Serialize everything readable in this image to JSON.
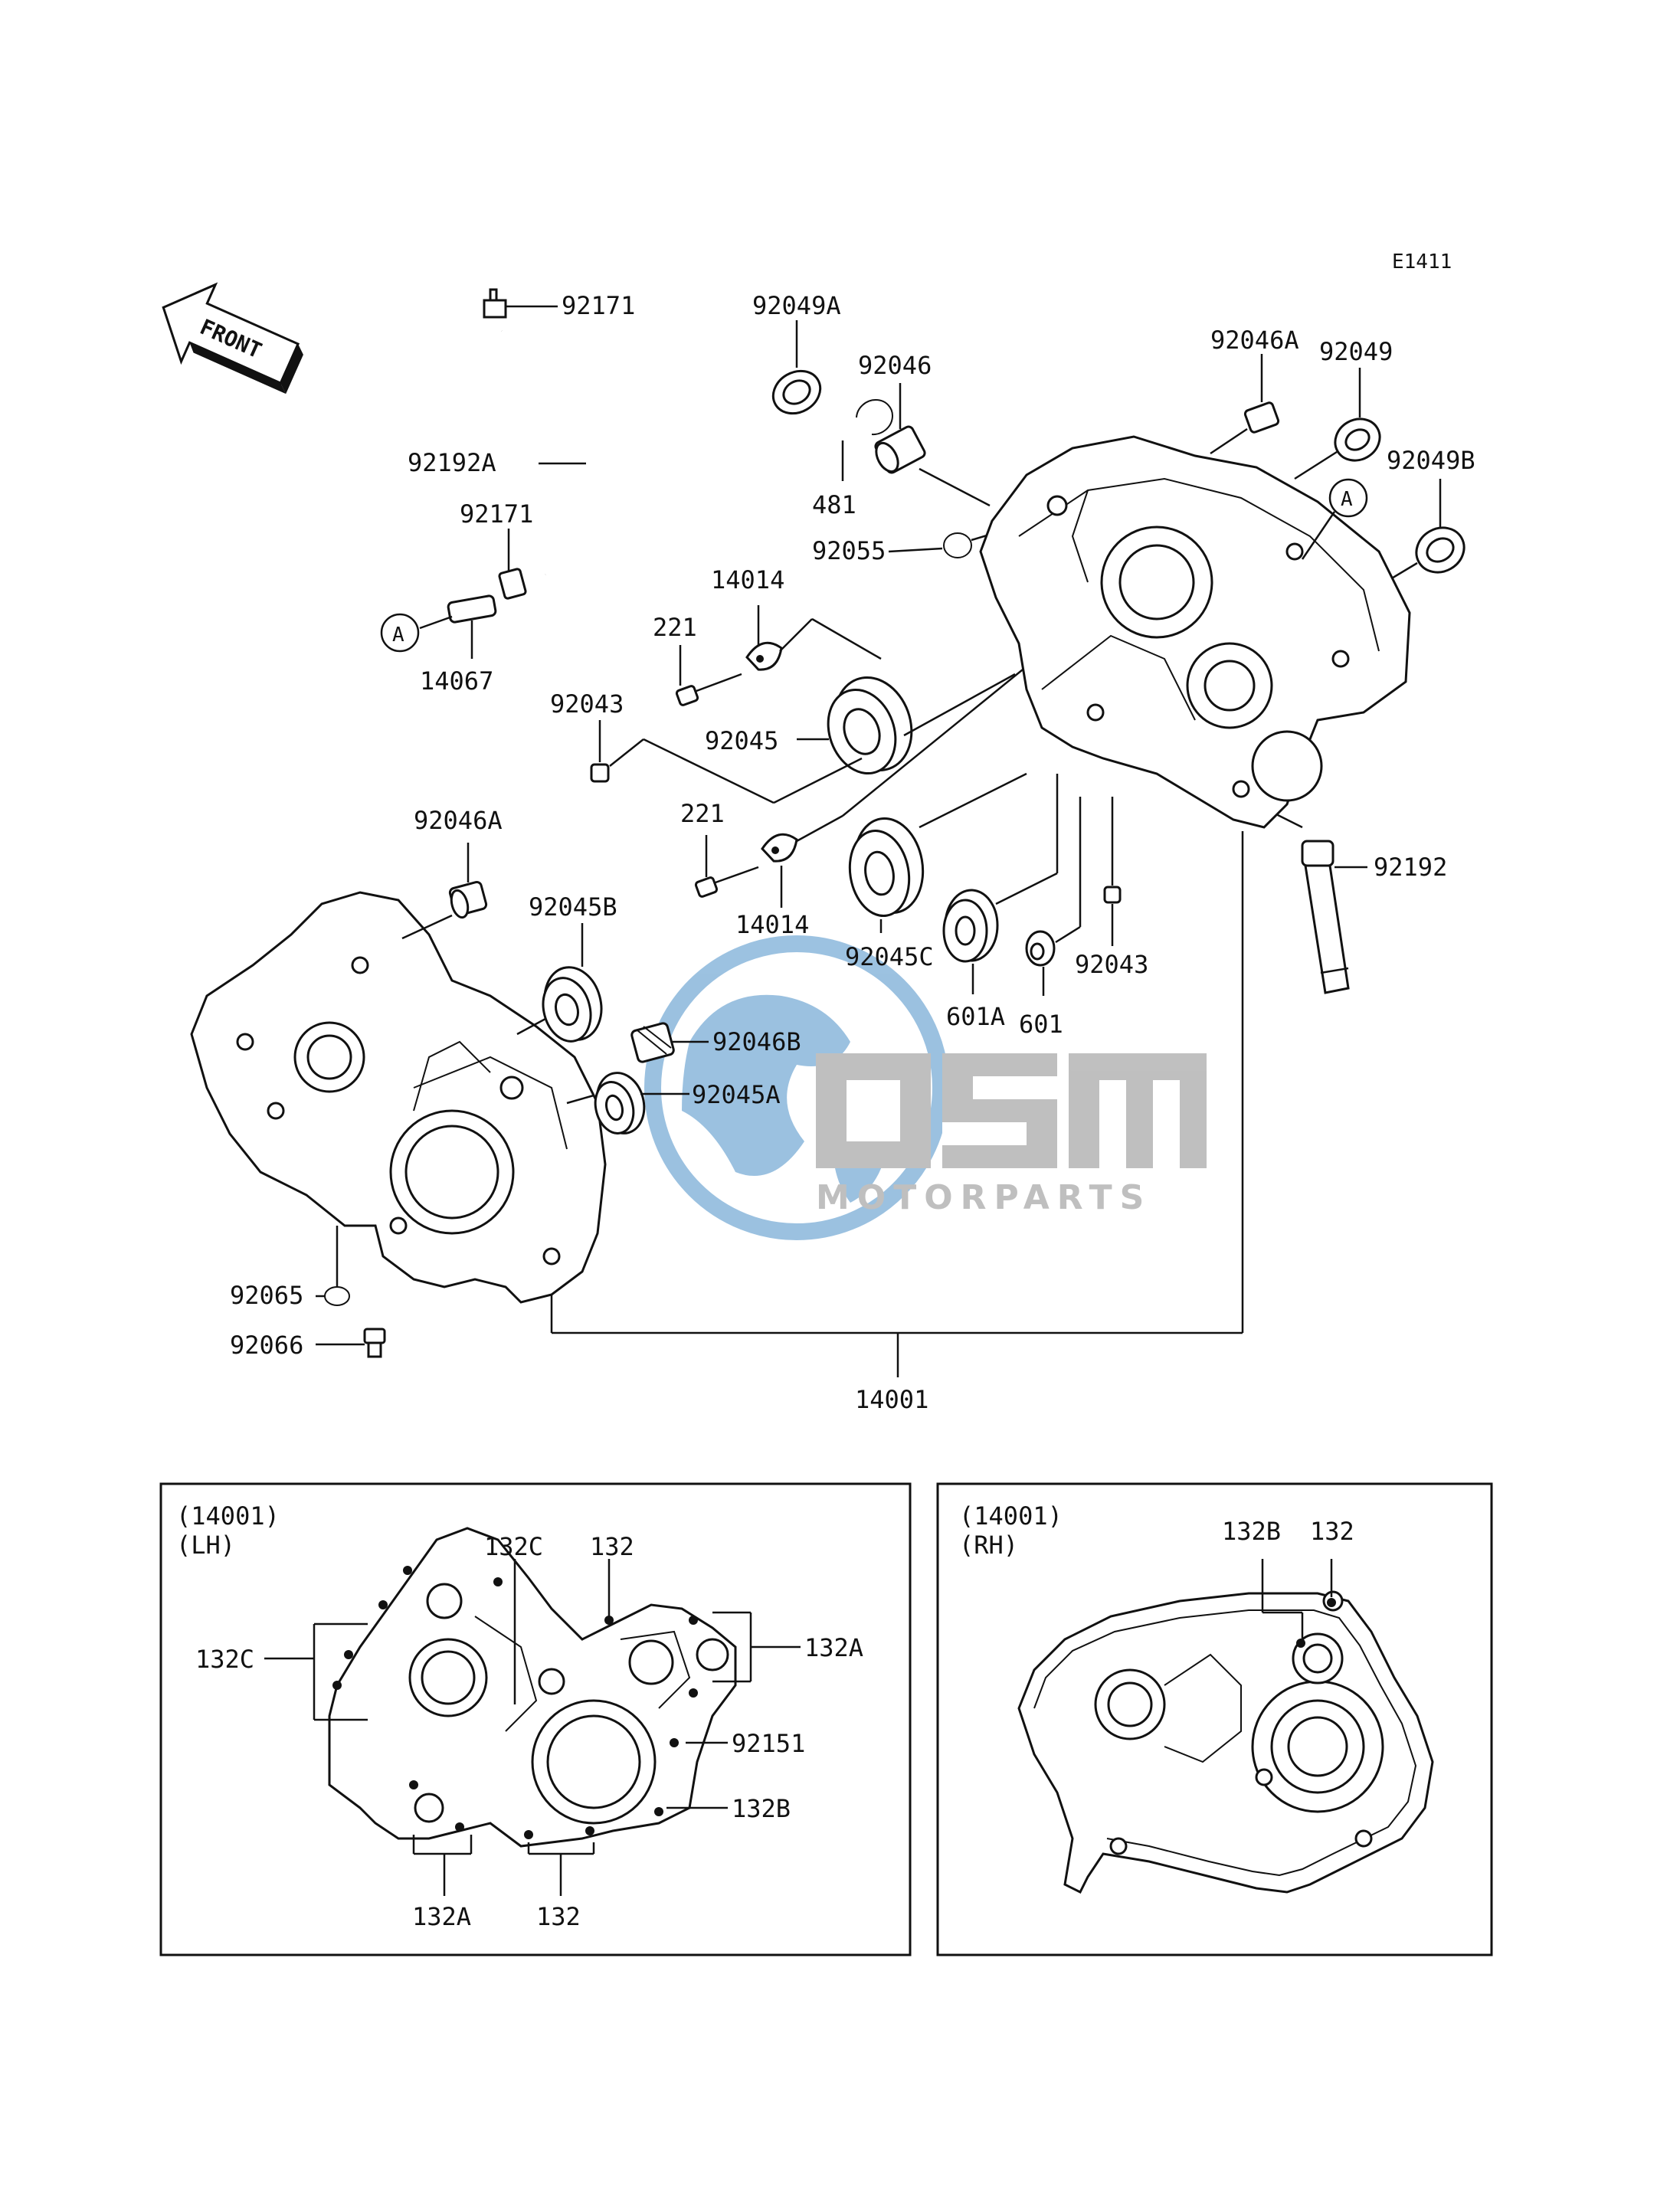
{
  "diagram_code": "E1411",
  "front_label": "FRONT",
  "reference_marker": "A",
  "watermark": {
    "brand": "OSM",
    "tagline": "MOTORPARTS",
    "color": "#4a90c8",
    "gray": "#8c8c8c"
  },
  "callouts": {
    "hose_clamp_top": "92171",
    "hose_clamp_mid": "92171",
    "hose": "92192A",
    "fitting": "14067",
    "oil_seal_left": "92049A",
    "circlip": "481",
    "needle_bearing_top": "92046",
    "o_ring": "92055",
    "bearing_holder_top": "14014",
    "screw_top": "221",
    "ball_bearing_mid": "92045",
    "dowel_pin_left": "92043",
    "screw_bottom": "221",
    "bearing_holder_bottom": "14014",
    "ball_bearing_c": "92045C",
    "bearing_601a": "601A",
    "bearing_601": "601",
    "dowel_pin_right": "92043",
    "breather": "92192",
    "needle_bearing_right": "92046A",
    "oil_seal_right": "92049",
    "oil_seal_b": "92049B",
    "needle_bearing_left": "92046A",
    "ball_bearing_b": "92045B",
    "needle_bearing_b": "92046B",
    "ball_bearing_a": "92045A",
    "gasket": "92065",
    "drain_plug": "92066",
    "crankcase_set": "14001"
  },
  "inset_lh": {
    "title_line1": "(14001)",
    "title_line2": "(LH)",
    "labels": {
      "bolt_132c_top": "132C",
      "bolt_132_top": "132",
      "bolt_132c_left": "132C",
      "bolt_132a_right": "132A",
      "stud_92151": "92151",
      "bolt_132b": "132B",
      "bolt_132a_bottom": "132A",
      "bolt_132_bottom": "132"
    }
  },
  "inset_rh": {
    "title_line1": "(14001)",
    "title_line2": "(RH)",
    "labels": {
      "bolt_132b": "132B",
      "bolt_132": "132"
    }
  }
}
